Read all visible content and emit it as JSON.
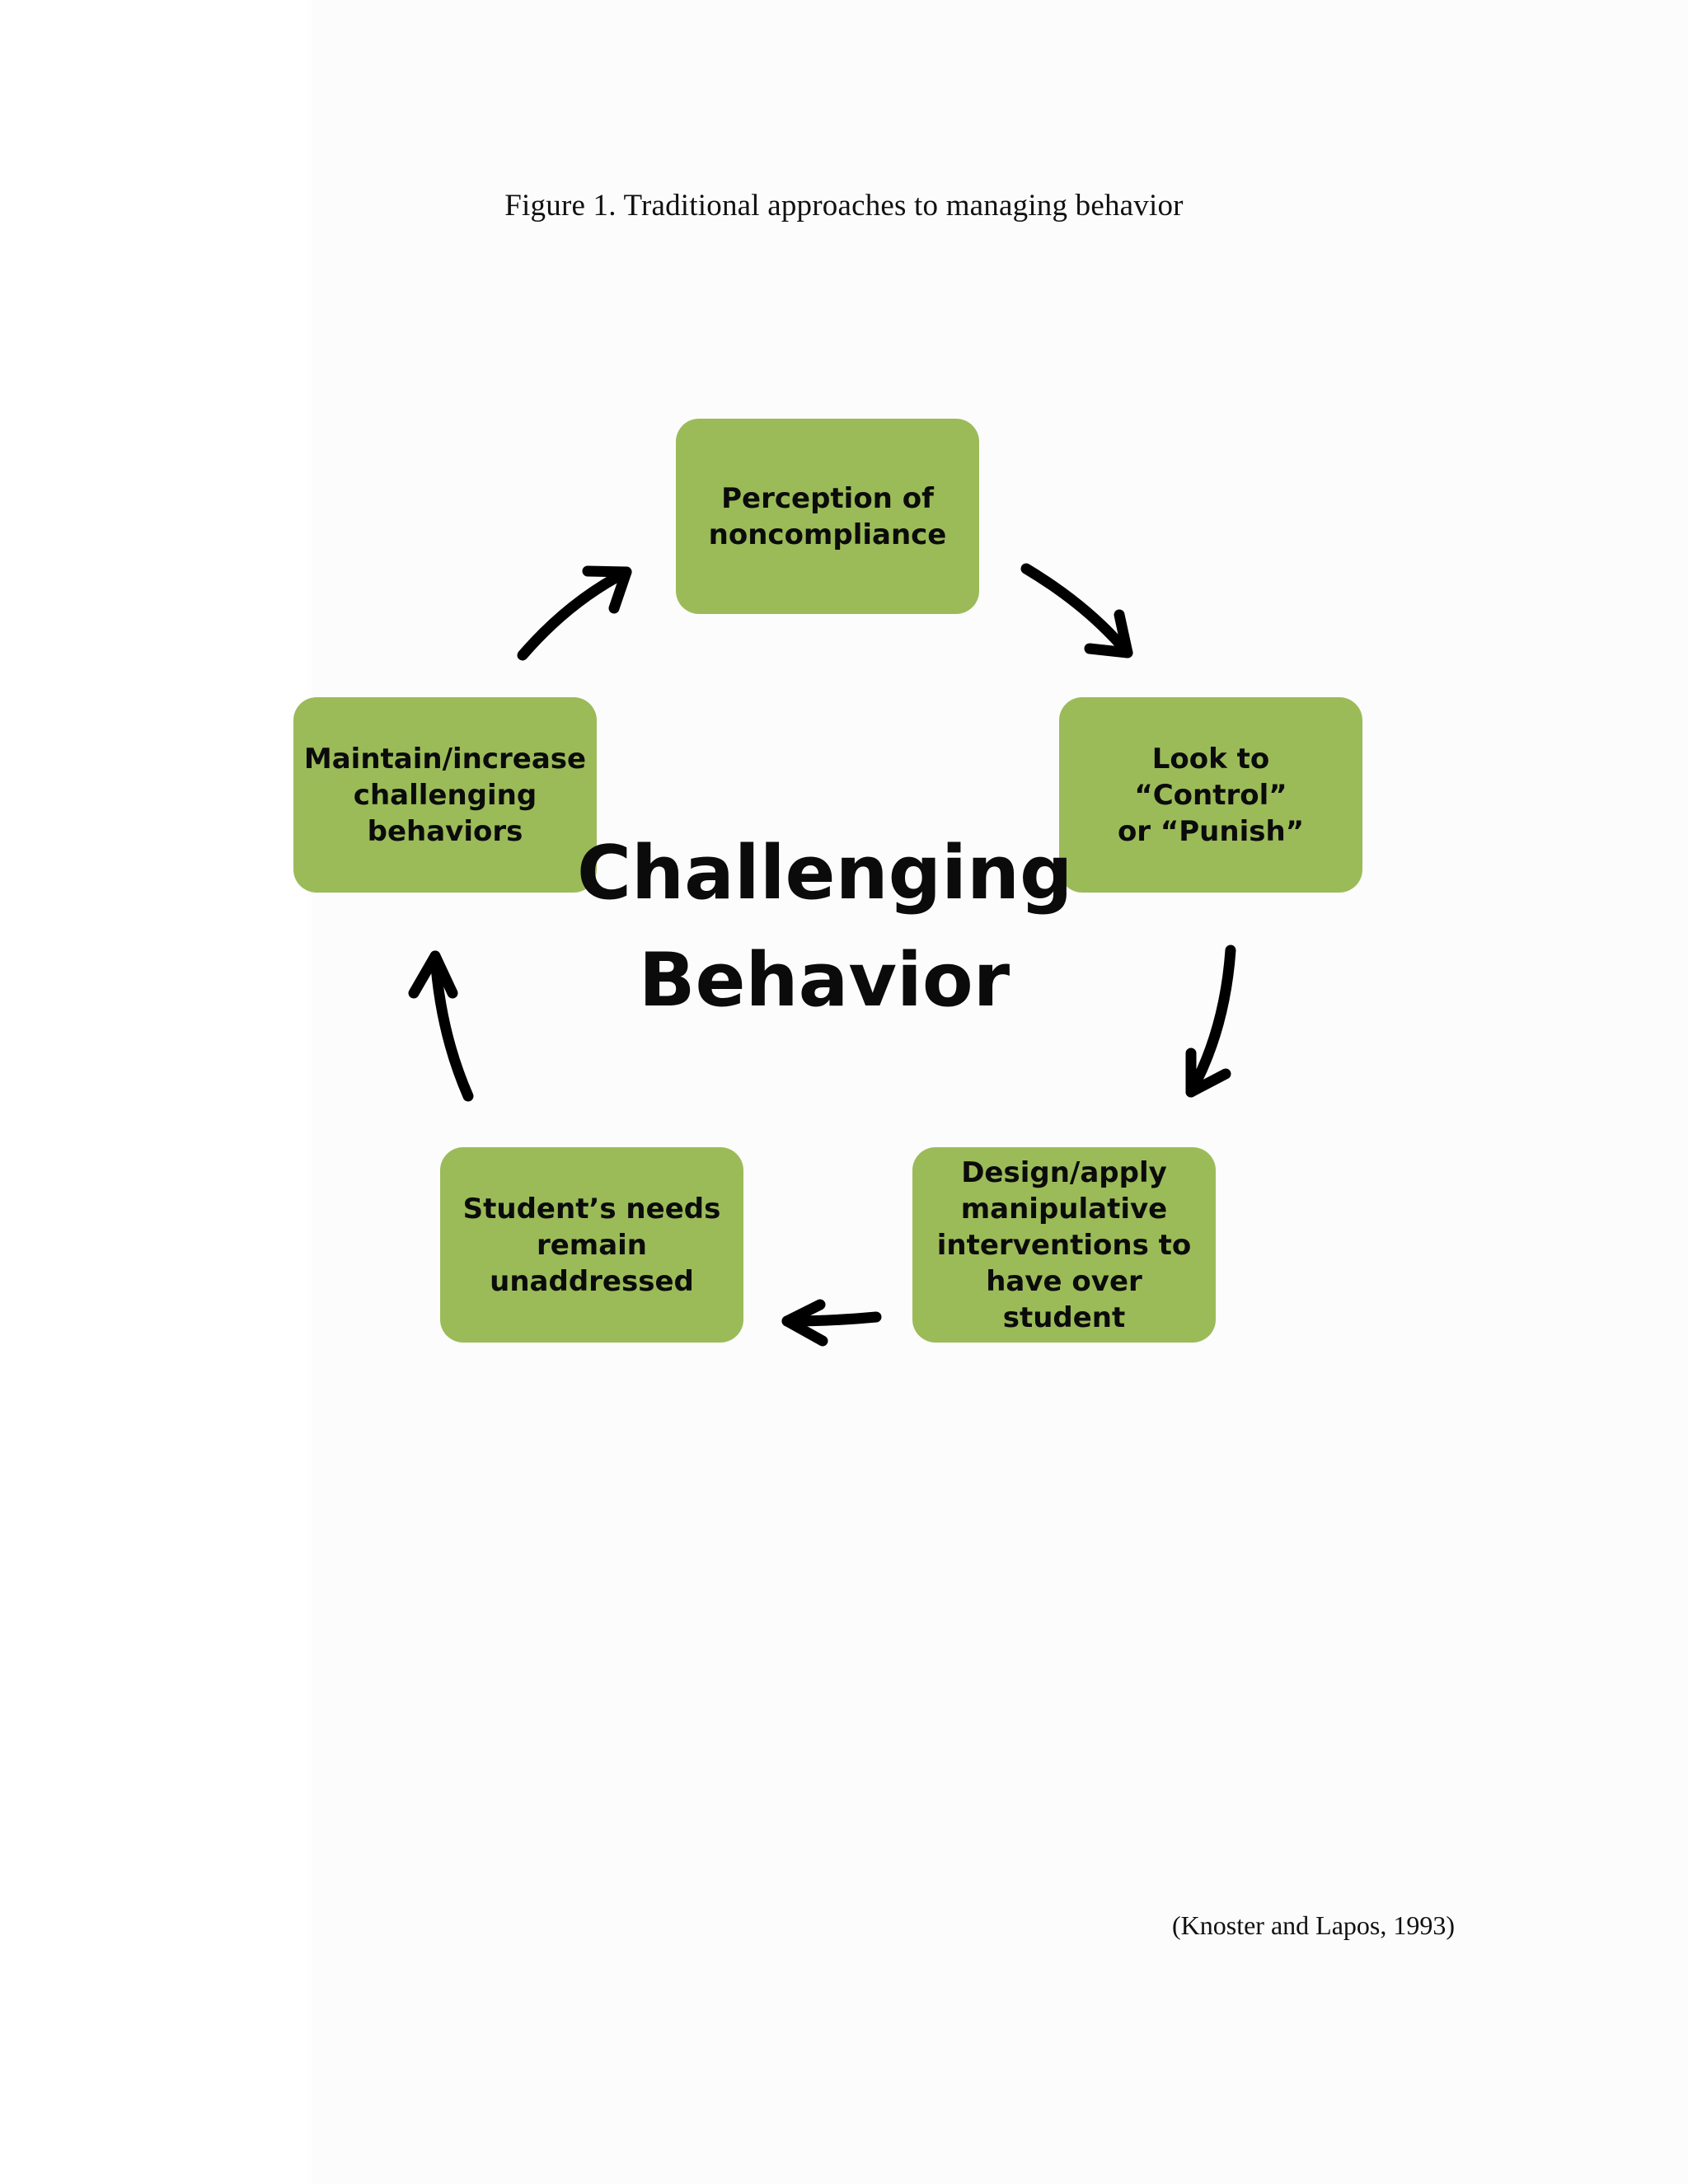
{
  "caption": "Figure 1. Traditional approaches to managing behavior",
  "center_title": "Challenging\nBehavior",
  "nodes": [
    {
      "id": "top",
      "label": "Perception of\nnoncompliance"
    },
    {
      "id": "right",
      "label": "Look to “Control”\nor “Punish”"
    },
    {
      "id": "bottom_right",
      "label": "Design/apply\nmanipulative\ninterventions to\nhave over student"
    },
    {
      "id": "bottom_left",
      "label": "Student’s needs\nremain\nunaddressed"
    },
    {
      "id": "left",
      "label": "Maintain/increase\nchallenging\nbehaviors"
    }
  ],
  "citation": "(Knoster and Lapos, 1993)",
  "colors": {
    "node_fill": "#9bbb59",
    "text": "#0b0b0b",
    "arrow": "#000000"
  }
}
